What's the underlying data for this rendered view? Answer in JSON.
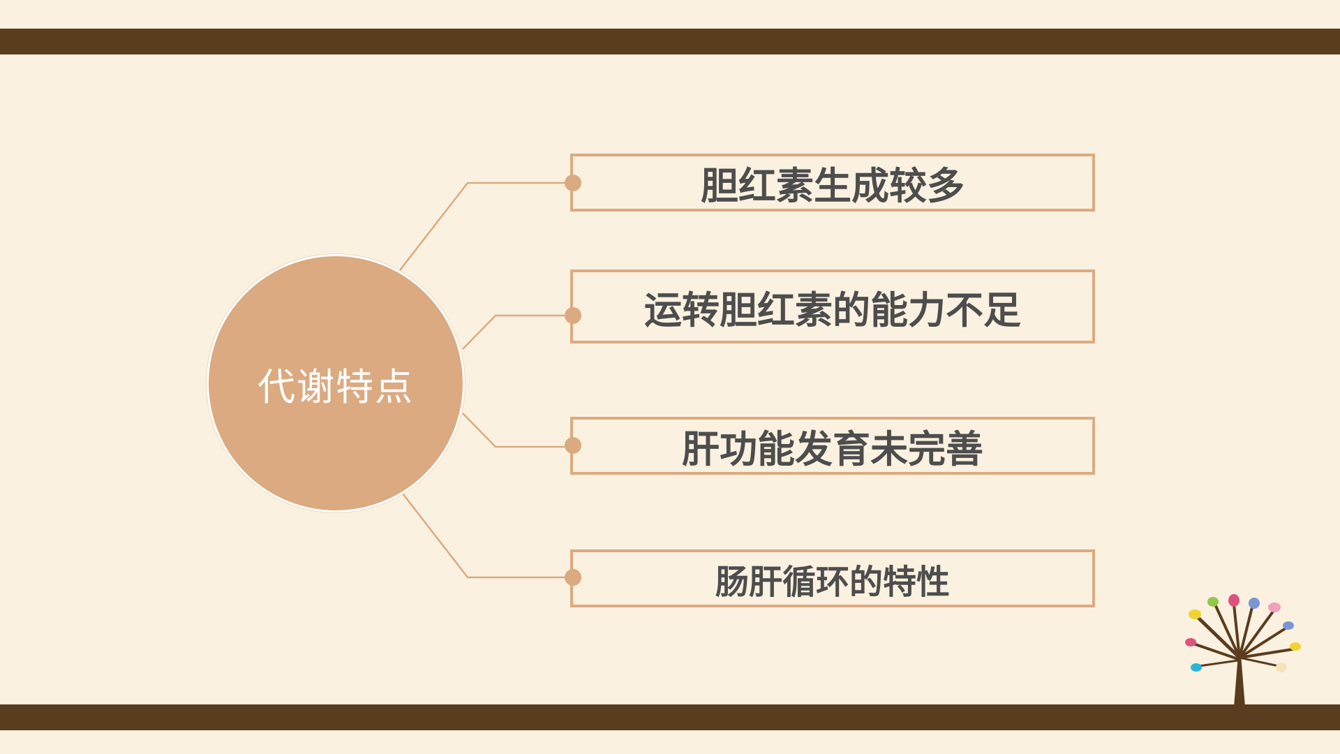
{
  "diagram": {
    "center": {
      "label": "代谢特点"
    },
    "items": [
      {
        "label": "胆红素生成较多"
      },
      {
        "label": "运转胆红素的能力不足"
      },
      {
        "label": "肝功能发育未完善"
      },
      {
        "label": "肠肝循环的特性"
      }
    ]
  },
  "colors": {
    "background": "#faf1e0",
    "bar": "#5a3c1e",
    "accent": "#dcaa80",
    "text": "#4d4d4d"
  },
  "decoration": {
    "icon": "tree-icon"
  }
}
